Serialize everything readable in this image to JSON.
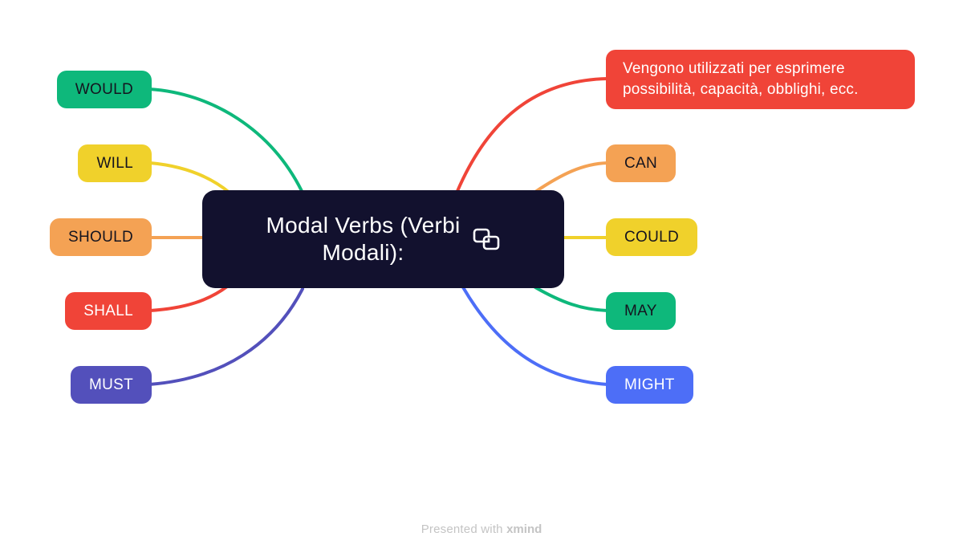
{
  "mindmap": {
    "root": {
      "label": "Modal Verbs (Verbi Modali):",
      "label_line1": "Modal Verbs (Verbi",
      "label_line2": "Modali):",
      "bg": "#12112E",
      "text_color": "#FFFFFF",
      "icon": "link-topics-icon"
    },
    "note": {
      "label": "Vengono utilizzati per esprimere possibilità, capacità, obblighi, ecc.",
      "bg": "#F04438",
      "text_color": "#FFFFFF"
    },
    "left_topics": [
      {
        "label": "WOULD",
        "bg": "#0EB87B",
        "text_color": "#15141F"
      },
      {
        "label": "WILL",
        "bg": "#F0D12B",
        "text_color": "#15141F"
      },
      {
        "label": "SHOULD",
        "bg": "#F4A254",
        "text_color": "#15141F"
      },
      {
        "label": "SHALL",
        "bg": "#F04438",
        "text_color": "#FFFFFF"
      },
      {
        "label": "MUST",
        "bg": "#5350BB",
        "text_color": "#FFFFFF"
      }
    ],
    "right_topics": [
      {
        "label": "CAN",
        "bg": "#F4A254",
        "text_color": "#15141F"
      },
      {
        "label": "COULD",
        "bg": "#F0D12B",
        "text_color": "#15141F"
      },
      {
        "label": "MAY",
        "bg": "#0EB87B",
        "text_color": "#15141F"
      },
      {
        "label": "MIGHT",
        "bg": "#4D6EF7",
        "text_color": "#FFFFFF"
      }
    ],
    "palette": {
      "green": "#0EB87B",
      "yellow": "#F0D12B",
      "orange": "#F4A254",
      "red": "#F04438",
      "indigo": "#5350BB",
      "blue": "#4D6EF7",
      "root_bg": "#12112E",
      "watermark_gray": "#C4C4C4"
    }
  },
  "watermark": {
    "prefix": "Presented with ",
    "brand": "xmind"
  }
}
